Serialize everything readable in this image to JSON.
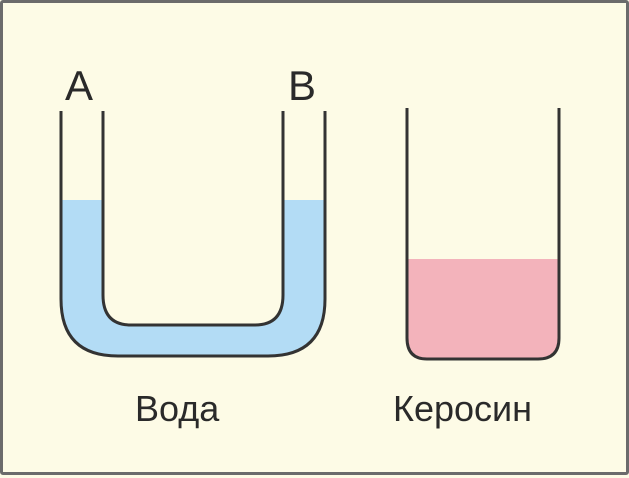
{
  "labels": {
    "tube_left": "A",
    "tube_right": "B",
    "water": "Вода",
    "kerosene": "Керосин"
  },
  "colors": {
    "background": "#fdfbe6",
    "water": "#b3dcf5",
    "kerosene": "#f3b3bb",
    "outline": "#333333"
  }
}
